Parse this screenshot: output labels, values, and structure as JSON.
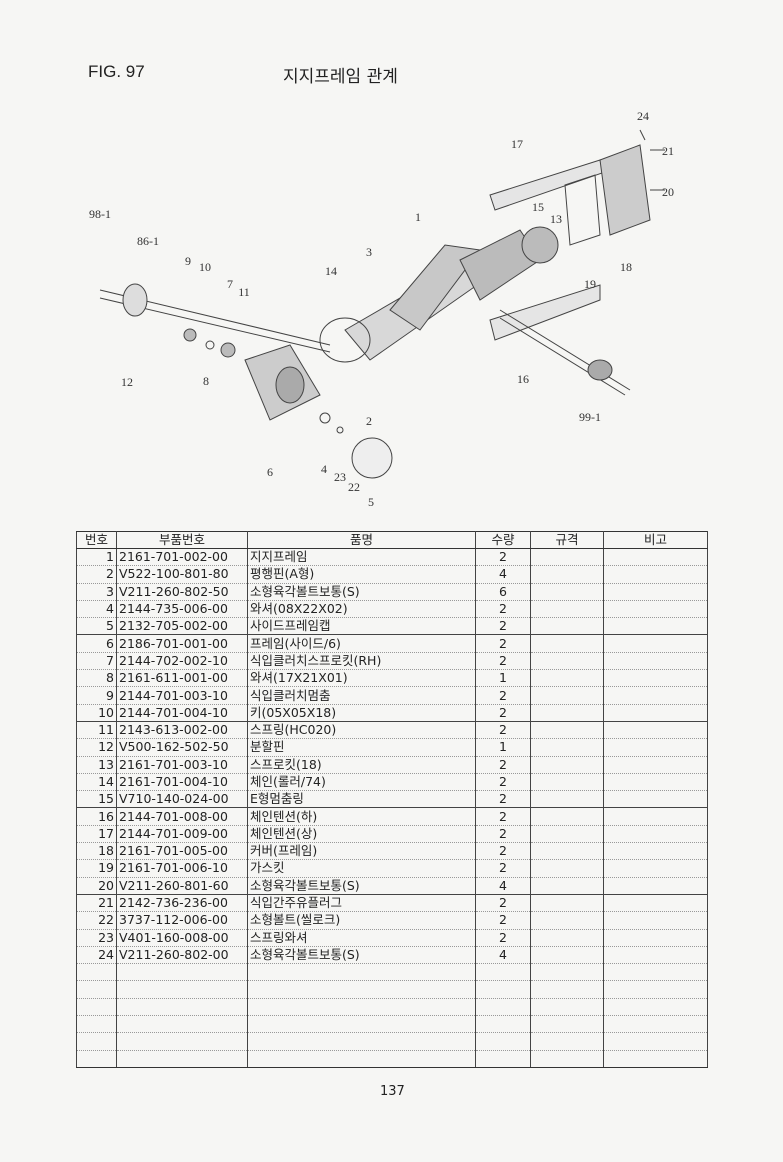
{
  "header": {
    "fig": "FIG. 97",
    "title": "지지프레임 관계"
  },
  "diagram": {
    "callouts": [
      "24",
      "21",
      "20",
      "17",
      "15",
      "13",
      "18",
      "19",
      "1",
      "3",
      "14",
      "98-1",
      "86-1",
      "9",
      "10",
      "7",
      "11",
      "12",
      "8",
      "6",
      "4",
      "23",
      "22",
      "5",
      "2",
      "16",
      "99-1"
    ]
  },
  "table": {
    "headers": [
      "번호",
      "부품번호",
      "품명",
      "수량",
      "규격",
      "비고"
    ],
    "rows": [
      [
        "1",
        "2161-701-002-00",
        "지지프레임",
        "2"
      ],
      [
        "2",
        "V522-100-801-80",
        "평행핀(A형)",
        "4"
      ],
      [
        "3",
        "V211-260-802-50",
        "소형육각볼트보통(S)",
        "6"
      ],
      [
        "4",
        "2144-735-006-00",
        "와셔(08X22X02)",
        "2"
      ],
      [
        "5",
        "2132-705-002-00",
        "사이드프레임캡",
        "2"
      ],
      [
        "6",
        "2186-701-001-00",
        "프레임(사이드/6)",
        "2"
      ],
      [
        "7",
        "2144-702-002-10",
        "식입클러치스프로킷(RH)",
        "2"
      ],
      [
        "8",
        "2161-611-001-00",
        "와셔(17X21X01)",
        "1"
      ],
      [
        "9",
        "2144-701-003-10",
        "식입클러치멈춤",
        "2"
      ],
      [
        "10",
        "2144-701-004-10",
        "키(05X05X18)",
        "2"
      ],
      [
        "11",
        "2143-613-002-00",
        "스프링(HC020)",
        "2"
      ],
      [
        "12",
        "V500-162-502-50",
        "분할핀",
        "1"
      ],
      [
        "13",
        "2161-701-003-10",
        "스프로킷(18)",
        "2"
      ],
      [
        "14",
        "2161-701-004-10",
        "체인(롤러/74)",
        "2"
      ],
      [
        "15",
        "V710-140-024-00",
        "E형멈춤링",
        "2"
      ],
      [
        "16",
        "2144-701-008-00",
        "체인텐션(하)",
        "2"
      ],
      [
        "17",
        "2144-701-009-00",
        "체인텐션(상)",
        "2"
      ],
      [
        "18",
        "2161-701-005-00",
        "커버(프레임)",
        "2"
      ],
      [
        "19",
        "2161-701-006-10",
        "가스킷",
        "2"
      ],
      [
        "20",
        "V211-260-801-60",
        "소형육각볼트보통(S)",
        "4"
      ],
      [
        "21",
        "2142-736-236-00",
        "식입간주유플러그",
        "2"
      ],
      [
        "22",
        "3737-112-006-00",
        "소형볼트(씰로크)",
        "2"
      ],
      [
        "23",
        "V401-160-008-00",
        "스프링와셔",
        "2"
      ],
      [
        "24",
        "V211-260-802-00",
        "소형육각볼트보통(S)",
        "4"
      ]
    ],
    "empty_rows": 6
  },
  "footer": {
    "page": "137"
  }
}
